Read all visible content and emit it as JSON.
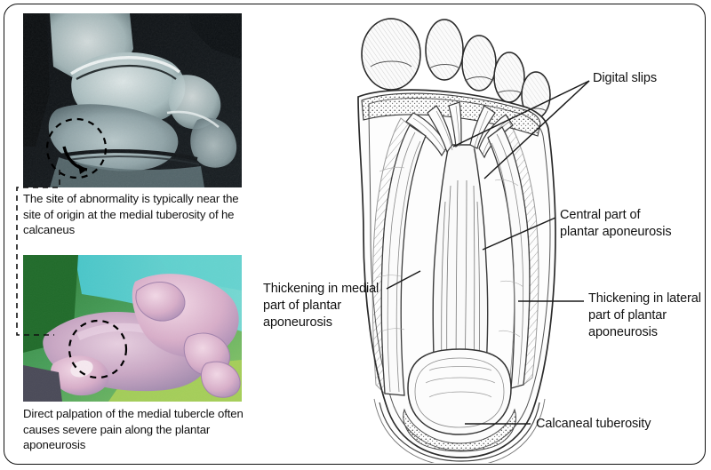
{
  "figure": {
    "left_column": {
      "mri_image": {
        "alt": "sagittal-mri-ankle",
        "caption": "The site of abnormality is typically near the site of origin at the medial tuberosity of he calcaneus"
      },
      "clinical_photo": {
        "alt": "clinical-photo-heel-palpation",
        "caption": "Direct palpation of the medial tubercle often causes severe pain along the plantar aponeurosis"
      }
    },
    "illustration": {
      "alt": "plantar-foot-aponeurosis-drawing",
      "labels": {
        "digital_slips": "Digital slips",
        "central_part": "Central part of\nplantar aponeurosis",
        "thickening_lateral": "Thickening in lateral\npart of plantar\naponeurosis",
        "thickening_medial": "Thickening in medial\npart of plantar\naponeurosis",
        "calcaneal_tuberosity": "Calcaneal tuberosity"
      }
    },
    "colors": {
      "frame_border": "#111111",
      "text": "#111111",
      "leader_line": "#1a1a1a",
      "dashed_line": "#111111"
    }
  }
}
